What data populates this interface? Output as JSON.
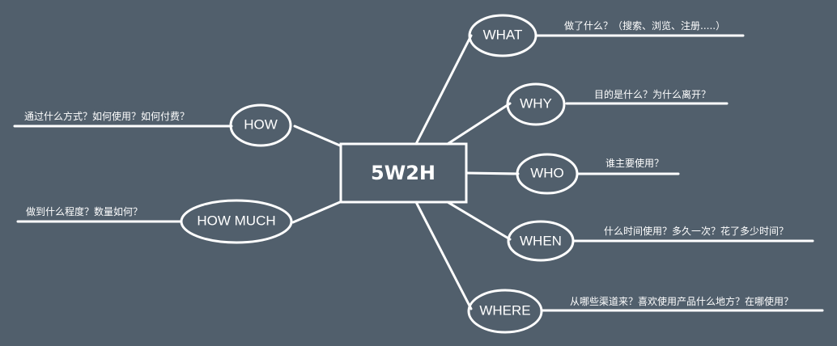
{
  "colors": {
    "background": "#515f6c",
    "stroke": "#ffffff",
    "text": "#ffffff"
  },
  "center": {
    "label": "5W2H"
  },
  "branches": {
    "what": {
      "label": "WHAT",
      "desc": "做了什么？（搜索、浏览、注册.....）"
    },
    "why": {
      "label": "WHY",
      "desc": "目的是什么？为什么离开？"
    },
    "who": {
      "label": "WHO",
      "desc": "谁主要使用？"
    },
    "when": {
      "label": "WHEN",
      "desc": "什么时间使用？多久一次？花了多少时间？"
    },
    "where": {
      "label": "WHERE",
      "desc": "从哪些渠道来？喜欢使用产品什么地方？在哪使用？"
    },
    "how": {
      "label": "HOW",
      "desc": "通过什么方式？如何使用？如何付费？"
    },
    "how_much": {
      "label": "HOW MUCH",
      "desc": "做到什么程度？数量如何？"
    }
  }
}
